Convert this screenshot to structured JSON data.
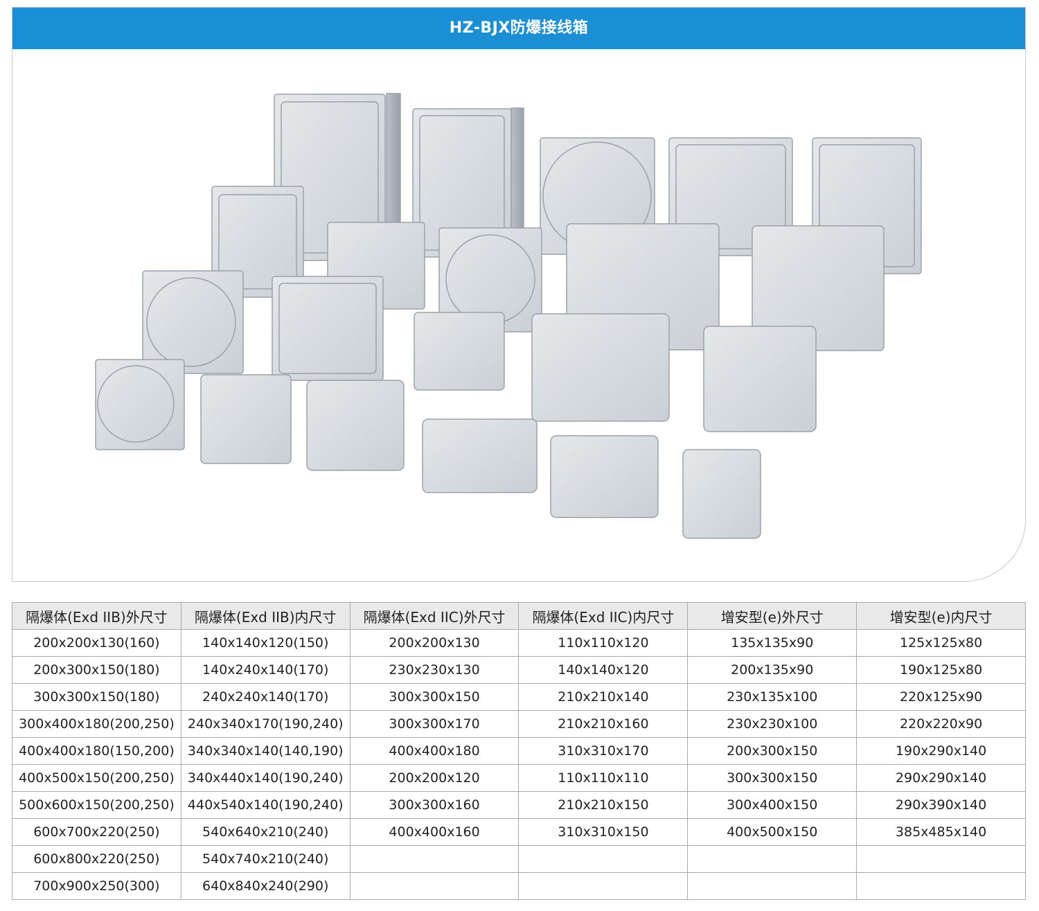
{
  "title": "HZ-BJX防爆接线箱",
  "colors": {
    "title_bar": "#1a8fd6",
    "header_bg": "#e9e9e9",
    "box": "#d8dde1",
    "box_edge": "#aeb5bb"
  },
  "photo": {
    "icon": "explosion-proof-junction-box-product-photo"
  },
  "table": {
    "headers": [
      "隔爆体(Exd IIB)外尺寸",
      "隔爆体(Exd IIB)内尺寸",
      "隔爆体(Exd IIC)外尺寸",
      "隔爆体(Exd IIC)内尺寸",
      "增安型(e)外尺寸",
      "增安型(e)内尺寸"
    ],
    "rows": [
      [
        "200x200x130(160)",
        "140x140x120(150)",
        "200x200x130",
        "110x110x120",
        "135x135x90",
        "125x125x80"
      ],
      [
        "200x300x150(180)",
        "140x240x140(170)",
        "230x230x130",
        "140x140x120",
        "200x135x90",
        "190x125x80"
      ],
      [
        "300x300x150(180)",
        "240x240x140(170)",
        "300x300x150",
        "210x210x140",
        "230x135x100",
        "220x125x90"
      ],
      [
        "300x400x180(200,250)",
        "240x340x170(190,240)",
        "300x300x170",
        "210x210x160",
        "230x230x100",
        "220x220x90"
      ],
      [
        "400x400x180(150,200)",
        "340x340x140(140,190)",
        "400x400x180",
        "310x310x170",
        "200x300x150",
        "190x290x140"
      ],
      [
        "400x500x150(200,250)",
        "340x440x140(190,240)",
        "200x200x120",
        "110x110x110",
        "300x300x150",
        "290x290x140"
      ],
      [
        "500x600x150(200,250)",
        "440x540x140(190,240)",
        "300x300x160",
        "210x210x150",
        "300x400x150",
        "290x390x140"
      ],
      [
        "600x700x220(250)",
        "540x640x210(240)",
        "400x400x160",
        "310x310x150",
        "400x500x150",
        "385x485x140"
      ],
      [
        "600x800x220(250)",
        "540x740x210(240)",
        "",
        "",
        "",
        ""
      ],
      [
        "700x900x250(300)",
        "640x840x240(290)",
        "",
        "",
        "",
        ""
      ]
    ]
  }
}
